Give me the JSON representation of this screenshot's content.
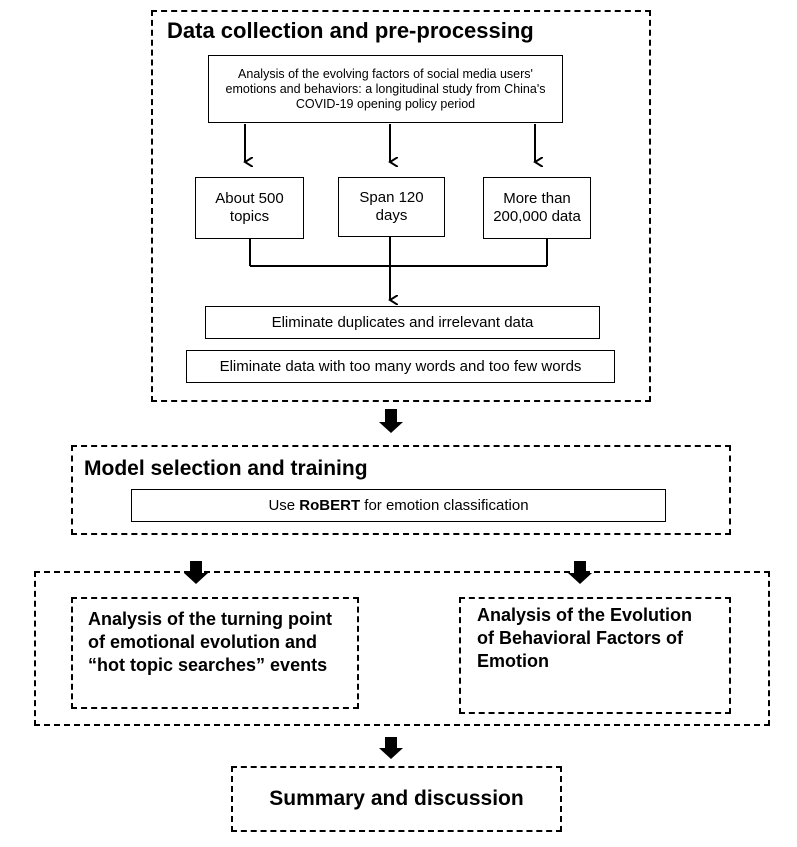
{
  "section1": {
    "title": "Data collection and pre-processing",
    "study_title": "Analysis of the evolving factors of social media users' emotions and behaviors: a longitudinal study from China's COVID-19 opening policy period",
    "boxes": [
      "About 500 topics",
      "Span 120 days",
      "More than 200,000 data"
    ],
    "step1": "Eliminate duplicates and irrelevant data",
    "step2": "Eliminate data with too many words and too few words"
  },
  "section2": {
    "title": "Model selection and training",
    "use_prefix": "Use ",
    "model_name": "RoBERT",
    "use_suffix": " for emotion classification"
  },
  "section3": {
    "left": "Analysis of the turning point of emotional evolution and “hot topic searches” events",
    "right": "Analysis of the Evolution of Behavioral Factors of Emotion"
  },
  "section4": {
    "title": "Summary and discussion"
  }
}
